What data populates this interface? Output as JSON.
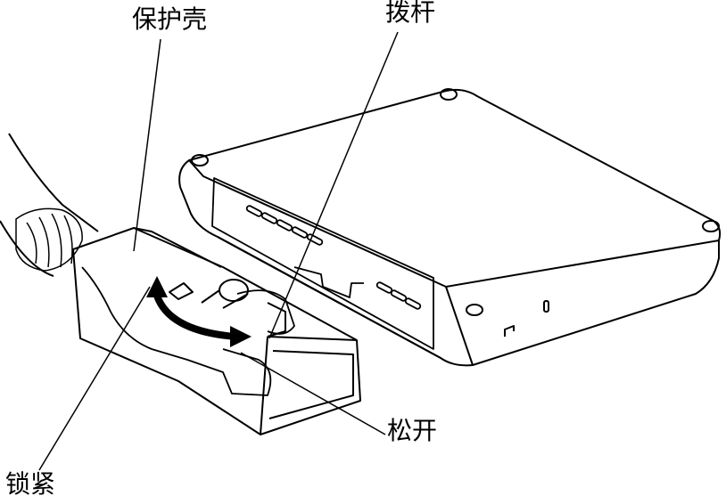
{
  "diagram": {
    "labels": {
      "protective_shell": "保护壳",
      "lever": "拨杆",
      "release": "松开",
      "lock": "锁紧"
    },
    "colors": {
      "line": "#000000",
      "background": "#ffffff"
    }
  }
}
